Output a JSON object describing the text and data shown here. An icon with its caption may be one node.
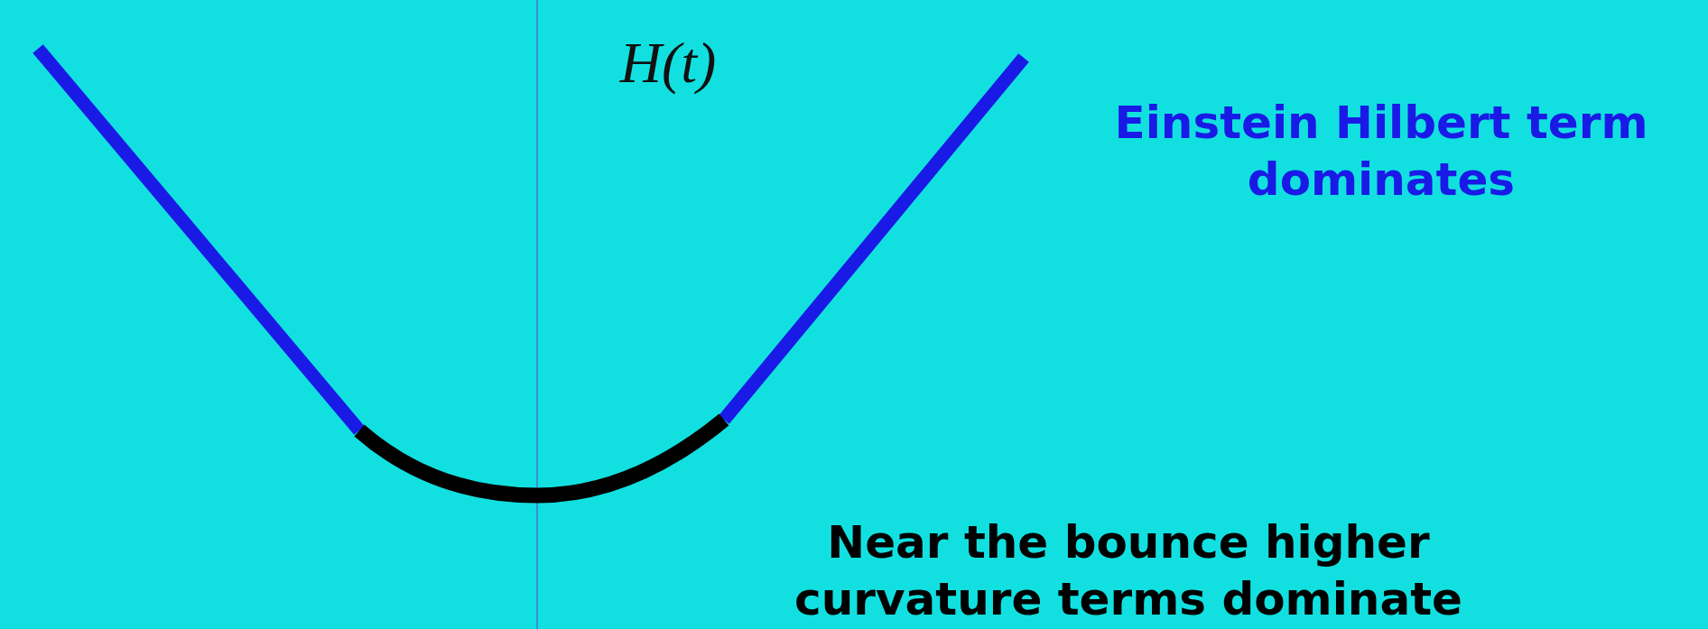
{
  "diagram": {
    "labels": [
      "H(t)",
      "Einstein Hilbert term dominates",
      "Near the bounce higher curvature terms dominate"
    ]
  }
}
